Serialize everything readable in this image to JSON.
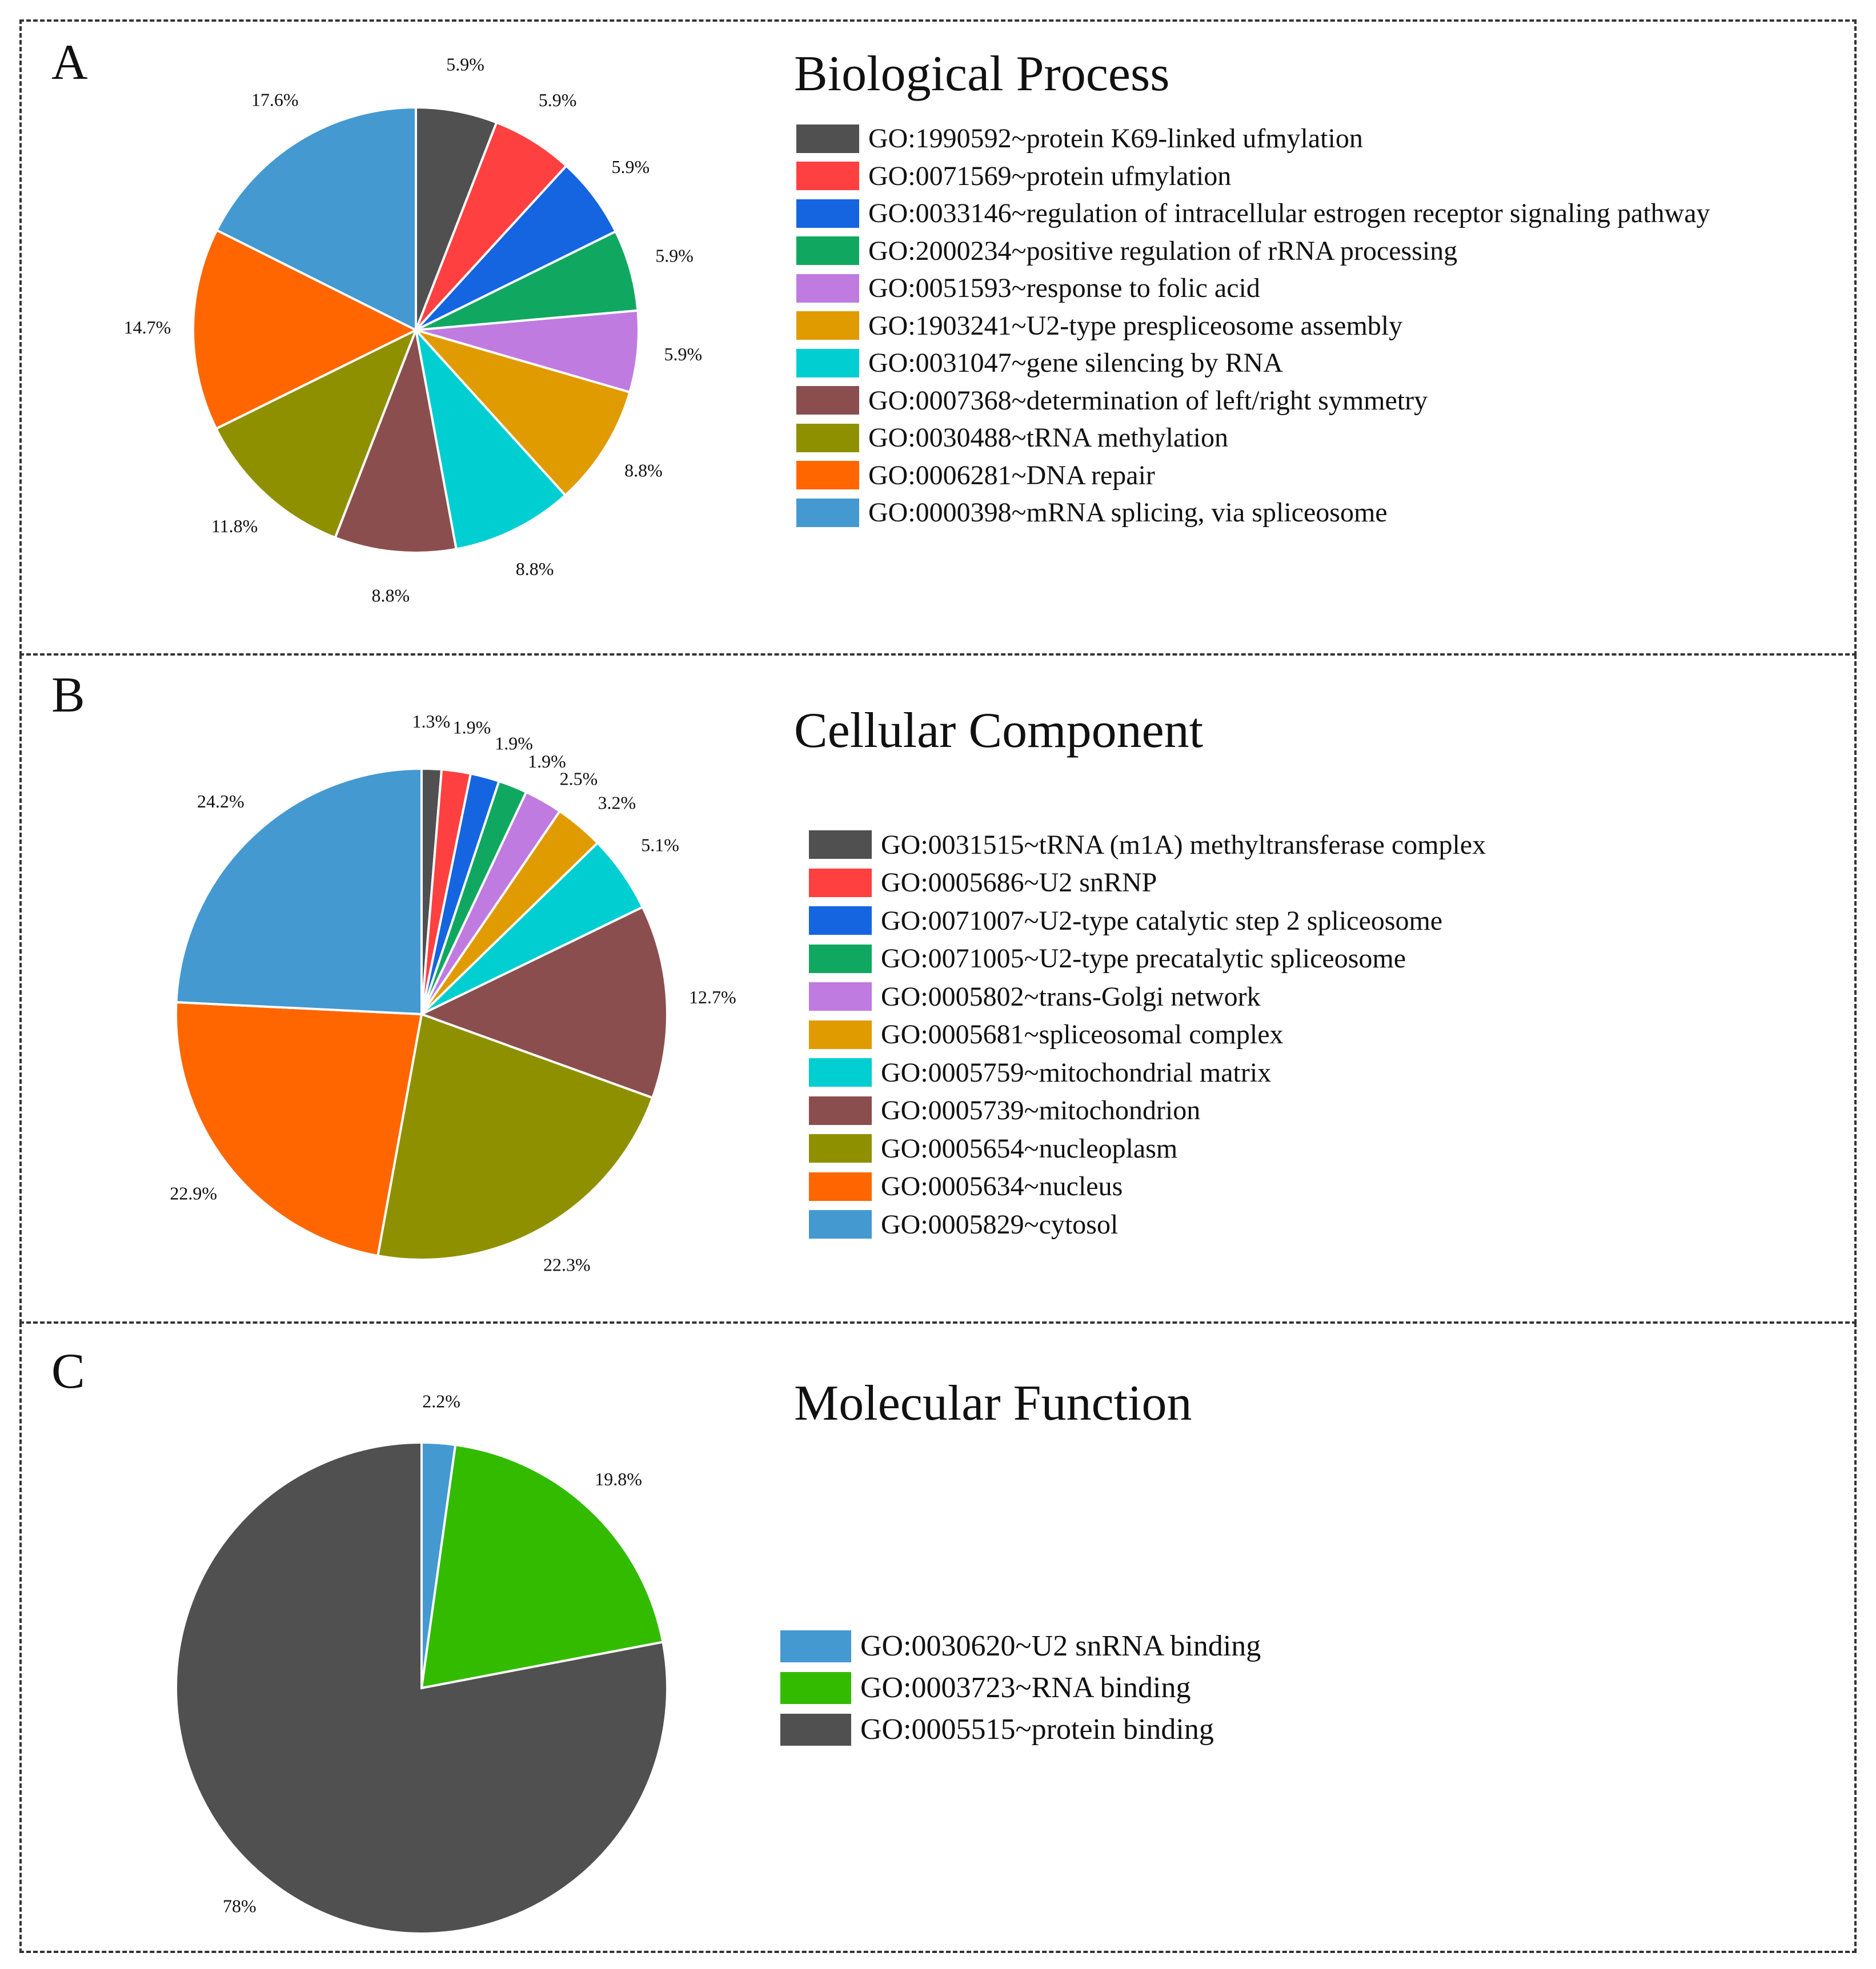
{
  "colors": {
    "dark_gray": "#505050",
    "red": "#FF4040",
    "blue": "#1565E0",
    "green": "#10A860",
    "violet": "#C07BE0",
    "gold": "#E09B00",
    "cyan": "#00CED1",
    "brown": "#8B4E4E",
    "olive": "#8F9000",
    "orange": "#FF6600",
    "steel_blue": "#4499D0",
    "light_blue": "#4499D0",
    "bright_green": "#33BB00"
  },
  "panels": [
    {
      "letter": "A",
      "title": "Biological Process"
    },
    {
      "letter": "B",
      "title": "Cellular Component"
    },
    {
      "letter": "C",
      "title": "Molecular Function"
    }
  ],
  "chart_data": [
    {
      "type": "pie",
      "title": "Biological Process",
      "slices": [
        {
          "label": "GO:1990592~protein K69-linked ufmylation",
          "value": 5.9,
          "display": "5.9%",
          "color": "#505050"
        },
        {
          "label": "GO:0071569~protein ufmylation",
          "value": 5.9,
          "display": "5.9%",
          "color": "#FF4040"
        },
        {
          "label": "GO:0033146~regulation of intracellular estrogen receptor signaling pathway",
          "value": 5.9,
          "display": "5.9%",
          "color": "#1565E0"
        },
        {
          "label": "GO:2000234~positive regulation of rRNA processing",
          "value": 5.9,
          "display": "5.9%",
          "color": "#10A860"
        },
        {
          "label": "GO:0051593~response to folic acid",
          "value": 5.9,
          "display": "5.9%",
          "color": "#C07BE0"
        },
        {
          "label": "GO:1903241~U2-type prespliceosome assembly",
          "value": 8.8,
          "display": "8.8%",
          "color": "#E09B00"
        },
        {
          "label": "GO:0031047~gene silencing by RNA",
          "value": 8.8,
          "display": "8.8%",
          "color": "#00CED1"
        },
        {
          "label": "GO:0007368~determination of left/right symmetry",
          "value": 8.8,
          "display": "8.8%",
          "color": "#8B4E4E"
        },
        {
          "label": "GO:0030488~tRNA methylation",
          "value": 11.8,
          "display": "11.8%",
          "color": "#8F9000"
        },
        {
          "label": "GO:0006281~DNA repair",
          "value": 14.7,
          "display": "14.7%",
          "color": "#FF6600"
        },
        {
          "label": "GO:0000398~mRNA splicing, via spliceosome",
          "value": 17.6,
          "display": "17.6%",
          "color": "#4499D0"
        }
      ]
    },
    {
      "type": "pie",
      "title": "Cellular Component",
      "slices": [
        {
          "label": "GO:0031515~tRNA (m1A) methyltransferase complex",
          "value": 1.3,
          "display": "1.3%",
          "color": "#505050"
        },
        {
          "label": "GO:0005686~U2 snRNP",
          "value": 1.9,
          "display": "1.9%",
          "color": "#FF4040"
        },
        {
          "label": "GO:0071007~U2-type catalytic step 2 spliceosome",
          "value": 1.9,
          "display": "1.9%",
          "color": "#1565E0"
        },
        {
          "label": "GO:0071005~U2-type precatalytic spliceosome",
          "value": 1.9,
          "display": "1.9%",
          "color": "#10A860"
        },
        {
          "label": "GO:0005802~trans-Golgi network",
          "value": 2.5,
          "display": "2.5%",
          "color": "#C07BE0"
        },
        {
          "label": "GO:0005681~spliceosomal complex",
          "value": 3.2,
          "display": "3.2%",
          "color": "#E09B00"
        },
        {
          "label": "GO:0005759~mitochondrial matrix",
          "value": 5.1,
          "display": "5.1%",
          "color": "#00CED1"
        },
        {
          "label": "GO:0005739~mitochondrion",
          "value": 12.7,
          "display": "12.7%",
          "color": "#8B4E4E"
        },
        {
          "label": "GO:0005654~nucleoplasm",
          "value": 22.3,
          "display": "22.3%",
          "color": "#8F9000"
        },
        {
          "label": "GO:0005634~nucleus",
          "value": 22.9,
          "display": "22.9%",
          "color": "#FF6600"
        },
        {
          "label": "GO:0005829~cytosol",
          "value": 24.2,
          "display": "24.2%",
          "color": "#4499D0"
        }
      ]
    },
    {
      "type": "pie",
      "title": "Molecular Function",
      "slices": [
        {
          "label": "GO:0030620~U2 snRNA binding",
          "value": 2.2,
          "display": "2.2%",
          "color": "#4499D0"
        },
        {
          "label": "GO:0003723~RNA binding",
          "value": 19.8,
          "display": "19.8%",
          "color": "#33BB00"
        },
        {
          "label": "GO:0005515~protein binding",
          "value": 78,
          "display": "78%",
          "color": "#505050"
        }
      ]
    }
  ]
}
